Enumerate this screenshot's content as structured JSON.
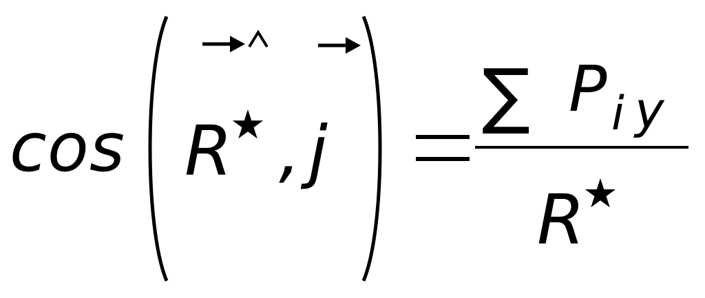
{
  "formula": {
    "function_name": "cos",
    "left_arg": {
      "symbol": "R",
      "superscript": "★"
    },
    "separator": ",",
    "right_arg": {
      "symbol": "j"
    },
    "relation": "=",
    "numerator": {
      "operator": "∑",
      "symbol": "P",
      "subscript_1": "i",
      "subscript_2": "y"
    },
    "denominator": {
      "symbol": "R",
      "superscript": "★"
    }
  },
  "colors": {
    "background": "#ffffff",
    "ink": "#000000"
  },
  "icons": {
    "arrow_glyph": "right-arrow-icon",
    "hat_glyph": "hat-icon"
  }
}
